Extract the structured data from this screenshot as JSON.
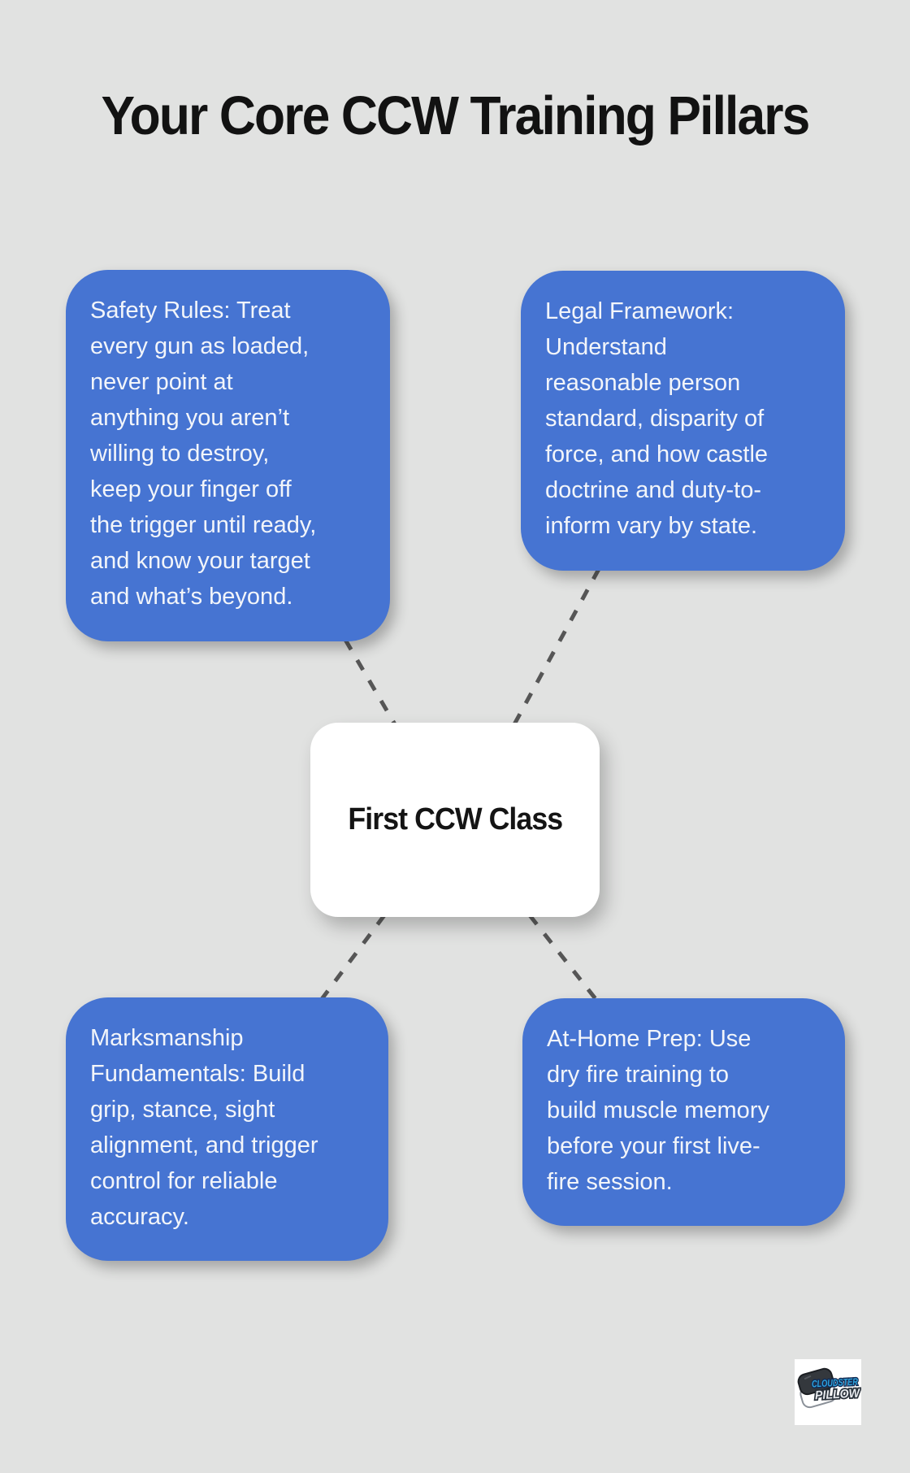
{
  "title": "Your Core CCW Training Pillars",
  "center": {
    "label": "First CCW Class"
  },
  "nodes": {
    "safety": {
      "text": "Safety Rules: Treat\nevery gun as loaded,\nnever point at\nanything you aren’t\nwilling to destroy,\nkeep your finger off\nthe trigger until ready,\nand know your target\nand what’s beyond."
    },
    "legal": {
      "text": "Legal Framework:\nUnderstand\nreasonable person\nstandard, disparity of\nforce, and how castle\ndoctrine and duty-to-\ninform vary by state."
    },
    "marksmanship": {
      "text": "Marksmanship\nFundamentals: Build\ngrip, stance, sight\nalignment, and trigger\ncontrol for reliable\naccuracy."
    },
    "athome": {
      "text": "At-Home Prep: Use\ndry fire training to\nbuild muscle memory\nbefore your first live-\nfire session."
    }
  },
  "logo": {
    "word1": "CLOUDSTER",
    "word2": "PILLOW"
  },
  "colors": {
    "background": "#E1E2E1",
    "title": "#121212",
    "node_blue": "#4674D2",
    "node_text": "#F2F5FA",
    "center_bg": "#FFFFFF",
    "center_text": "#141414",
    "dash": "#565656",
    "logo_word1": "#2EA4DE",
    "logo_word2": "#E6E9ED"
  }
}
